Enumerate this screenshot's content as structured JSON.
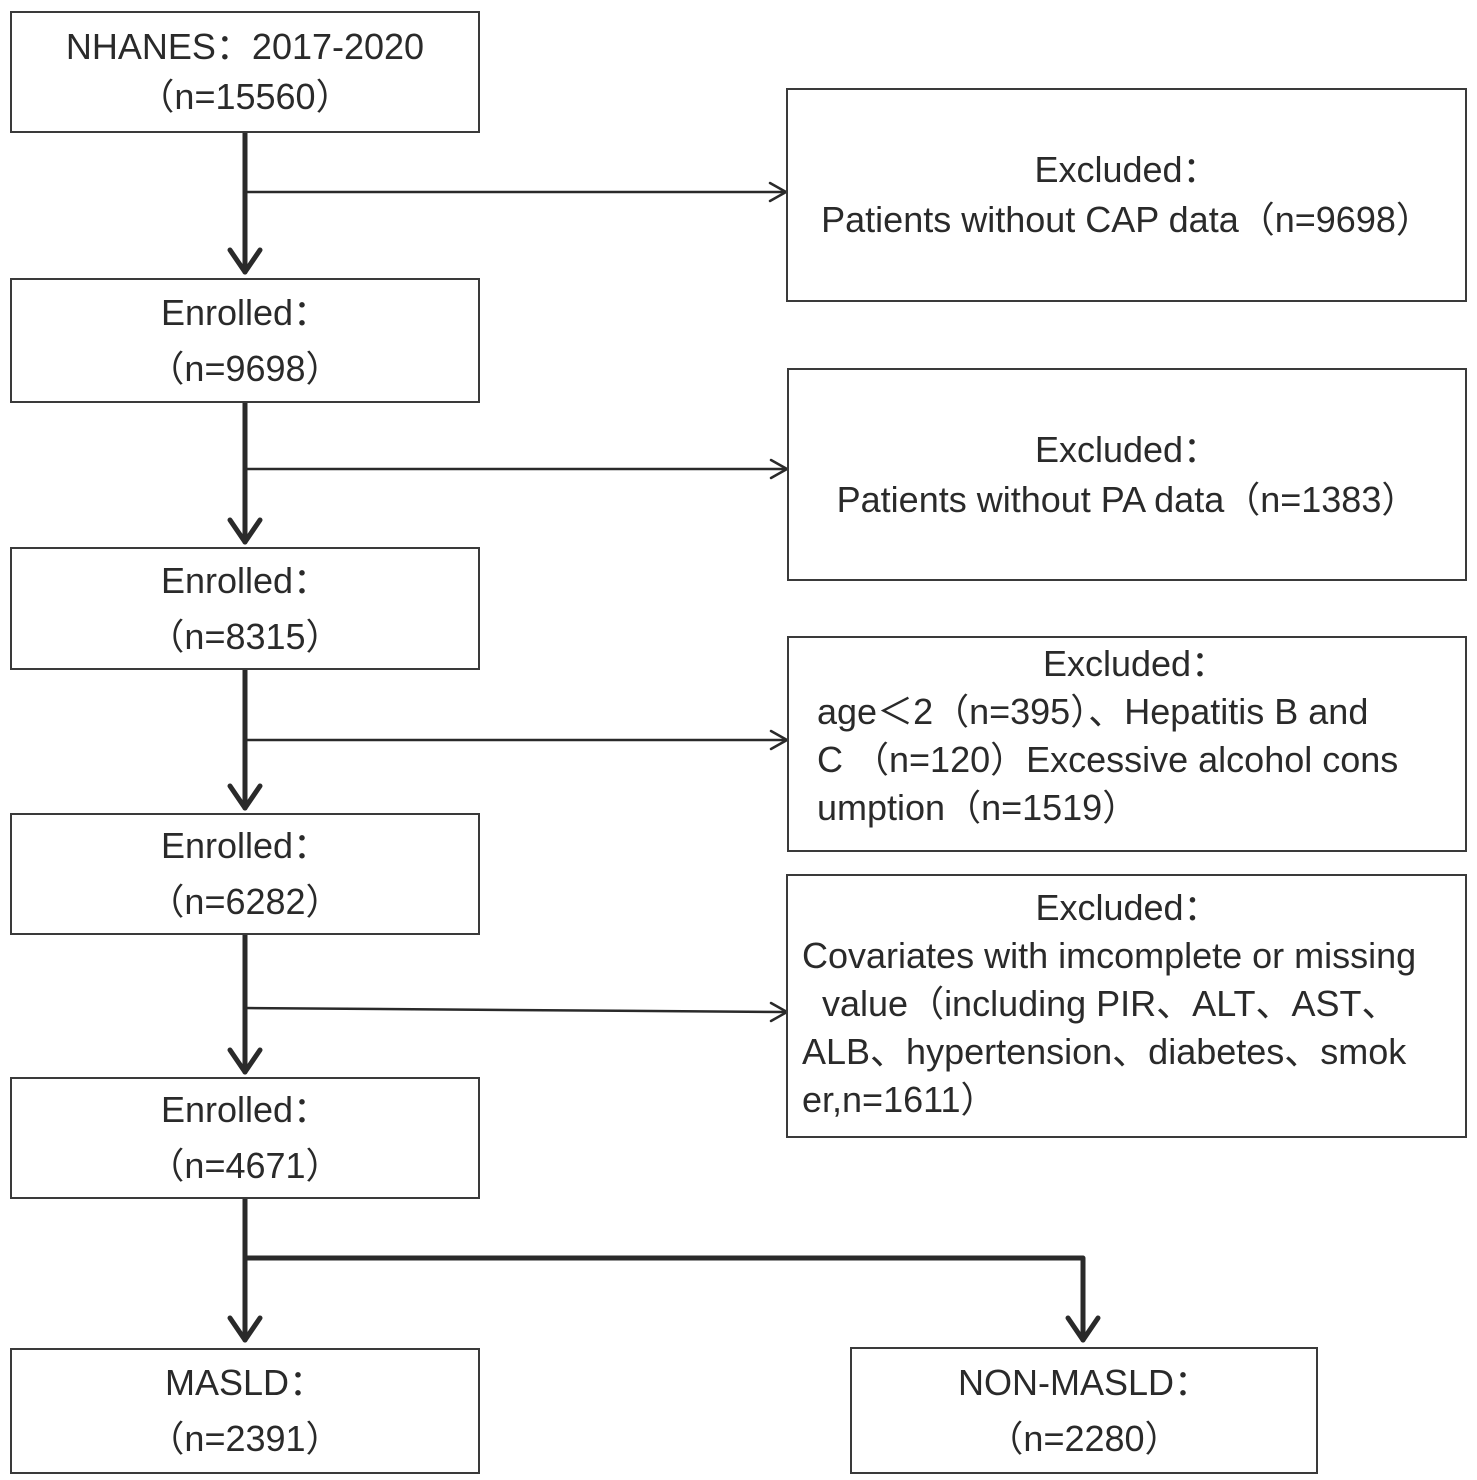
{
  "start": {
    "line1": "NHANES：2017-2020",
    "line2": "（n=15560）"
  },
  "enrolled": [
    {
      "label": "Enrolled：",
      "count": "（n=9698）"
    },
    {
      "label": "Enrolled：",
      "count": "（n=8315）"
    },
    {
      "label": "Enrolled：",
      "count": "（n=6282）"
    },
    {
      "label": "Enrolled：",
      "count": "（n=4671）"
    }
  ],
  "excluded": [
    {
      "label": "Excluded：",
      "lines": [
        "Patients without CAP data（n=9698）"
      ]
    },
    {
      "label": "Excluded：",
      "lines": [
        "Patients without PA data（n=1383）"
      ]
    },
    {
      "label": "Excluded：",
      "lines": [
        "age＜2（n=395）、Hepatitis B and",
        "C （n=120）Excessive alcohol cons",
        "umption（n=1519）"
      ]
    },
    {
      "label": "Excluded：",
      "lines": [
        "Covariates with imcomplete or missing",
        "value（including PIR、ALT、AST、",
        "ALB、hypertension、diabetes、smok",
        "er,n=1611）"
      ]
    }
  ],
  "outcomes": [
    {
      "label": "MASLD：",
      "count": "（n=2391）"
    },
    {
      "label": "NON-MASLD：",
      "count": "（n=2280）"
    }
  ]
}
